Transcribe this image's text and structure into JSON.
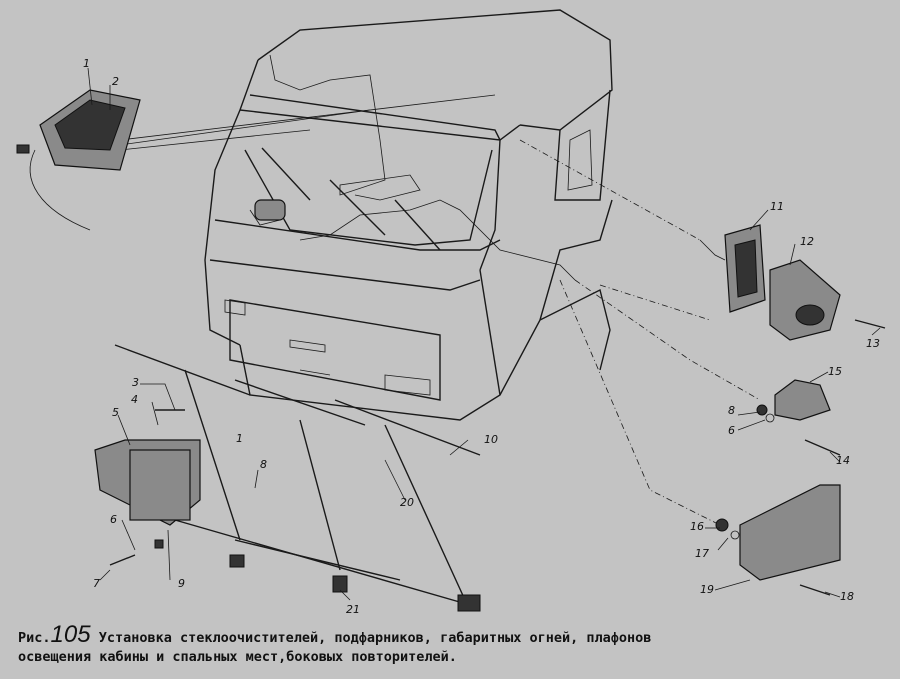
{
  "figure": {
    "prefix": "Рис.",
    "number": "105",
    "caption_line1": "Установка стеклоочистителей, подфарников, габаритных огней, плафонов",
    "caption_line2": "освещения кабины и спальных мест,боковых повторителей."
  },
  "callouts": [
    "1",
    "2",
    "3",
    "4",
    "5",
    "6",
    "7",
    "8",
    "9",
    "10",
    "11",
    "12",
    "13",
    "14",
    "15",
    "8",
    "6",
    "16",
    "17",
    "18",
    "19",
    "20",
    "21",
    "1"
  ]
}
